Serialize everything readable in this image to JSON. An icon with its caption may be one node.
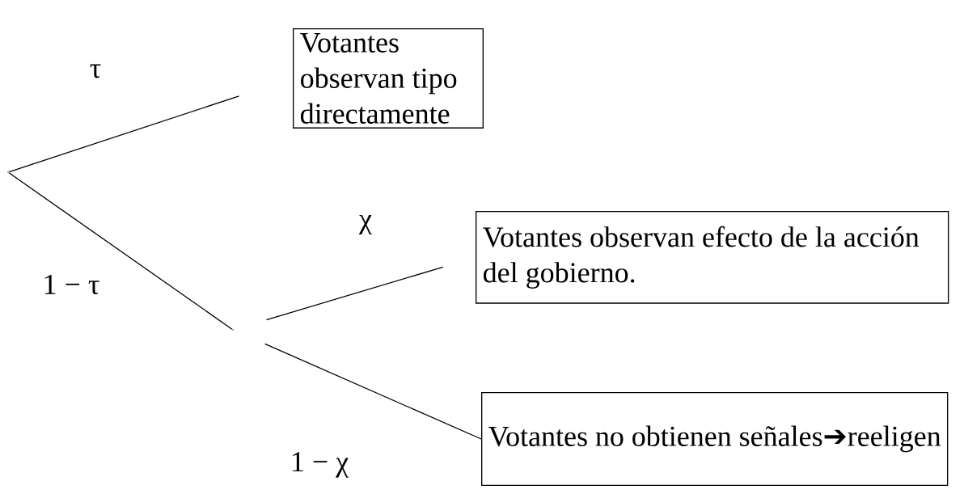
{
  "diagram": {
    "nodes": [
      {
        "text": [],
        "shape": "point"
      },
      {
        "text": [
          "Votantes observan tipo directamente"
        ]
      },
      {
        "text": [],
        "shape": "point"
      },
      {
        "text": [
          "Votantes observan efecto de la acción del gobierno."
        ]
      },
      {
        "text": [
          "Votantes no obtienen señales➔reeligen"
        ]
      }
    ],
    "edges": [
      {
        "from": 0,
        "to": 1,
        "arrow": "none",
        "label": "τ"
      },
      {
        "from": 0,
        "to": 2,
        "arrow": "none",
        "label": "1 − τ"
      },
      {
        "from": 2,
        "to": 3,
        "arrow": "none",
        "label": "χ"
      },
      {
        "from": 2,
        "to": 4,
        "arrow": "none",
        "label": "1 − χ"
      }
    ]
  }
}
